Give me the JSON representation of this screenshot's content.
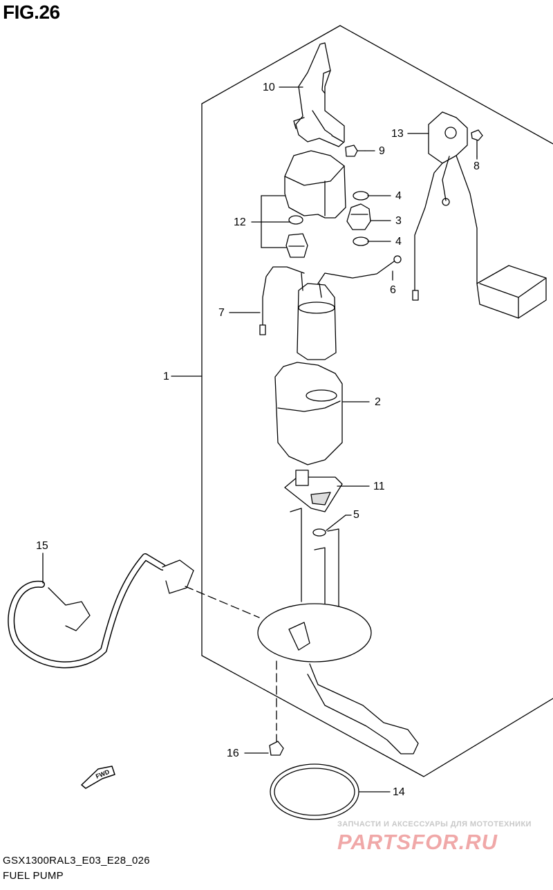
{
  "figure": {
    "title": "FIG.26"
  },
  "callouts": {
    "c1": "1",
    "c2": "2",
    "c3": "3",
    "c4a": "4",
    "c4b": "4",
    "c5": "5",
    "c6": "6",
    "c7": "7",
    "c8": "8",
    "c9": "9",
    "c10": "10",
    "c11": "11",
    "c12": "12",
    "c13": "13",
    "c14": "14",
    "c15": "15",
    "c16": "16"
  },
  "direction_marker": {
    "label": "FWD"
  },
  "footer": {
    "model_code": "GSX1300RAL3_E03_E28_026",
    "diagram_name": "FUEL PUMP"
  },
  "watermark": {
    "tagline": "ЗАПЧАСТИ И АКСЕССУАРЫ ДЛЯ МОТОТЕХНИКИ",
    "brand": "PARTSFOR.RU"
  },
  "colors": {
    "line": "#000000",
    "watermark_text": "#c8c8c8",
    "watermark_logo": "#f0a8a8"
  }
}
